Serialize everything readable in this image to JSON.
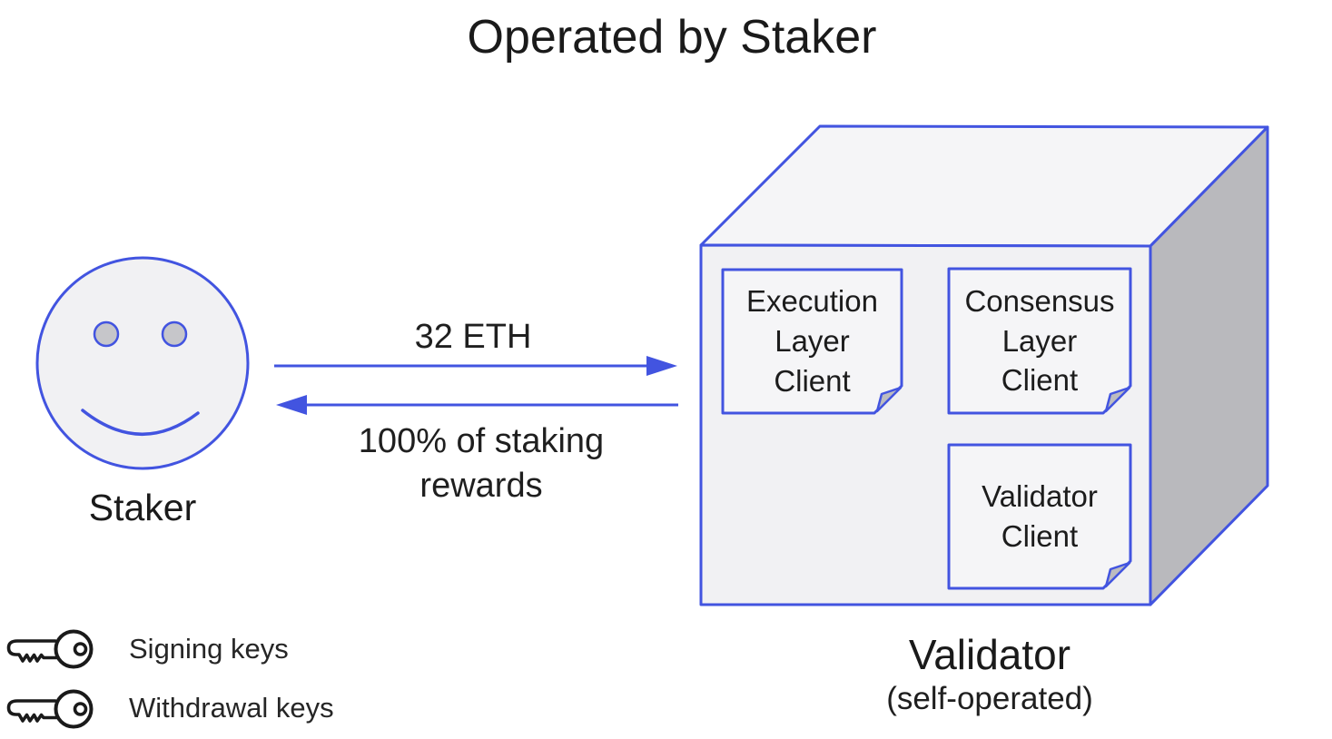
{
  "title": "Operated by Staker",
  "colors": {
    "accent": "#4254e0",
    "cube_front": "#f1f1f3",
    "cube_top": "#f5f5f7",
    "cube_side": "#b9b9bd",
    "card_fill": "#f5f5f7",
    "fold_fill": "#bcbcc0",
    "face_fill": "#f1f1f3",
    "eye_fill": "#c6c6ca",
    "key_black": "#1a1a1a"
  },
  "staker": {
    "label": "Staker"
  },
  "flows": {
    "deposit_label": "32 ETH",
    "rewards_label": "100% of staking\nrewards"
  },
  "validator_box": {
    "cards": [
      {
        "label": "Execution\nLayer\nClient"
      },
      {
        "label": "Consensus\nLayer\nClient"
      },
      {
        "label": "Validator\nClient"
      }
    ],
    "label": "Validator",
    "sublabel": "(self-operated)"
  },
  "legend": {
    "items": [
      {
        "icon": "key-icon",
        "label": "Signing keys"
      },
      {
        "icon": "key-icon",
        "label": "Withdrawal keys"
      }
    ]
  }
}
